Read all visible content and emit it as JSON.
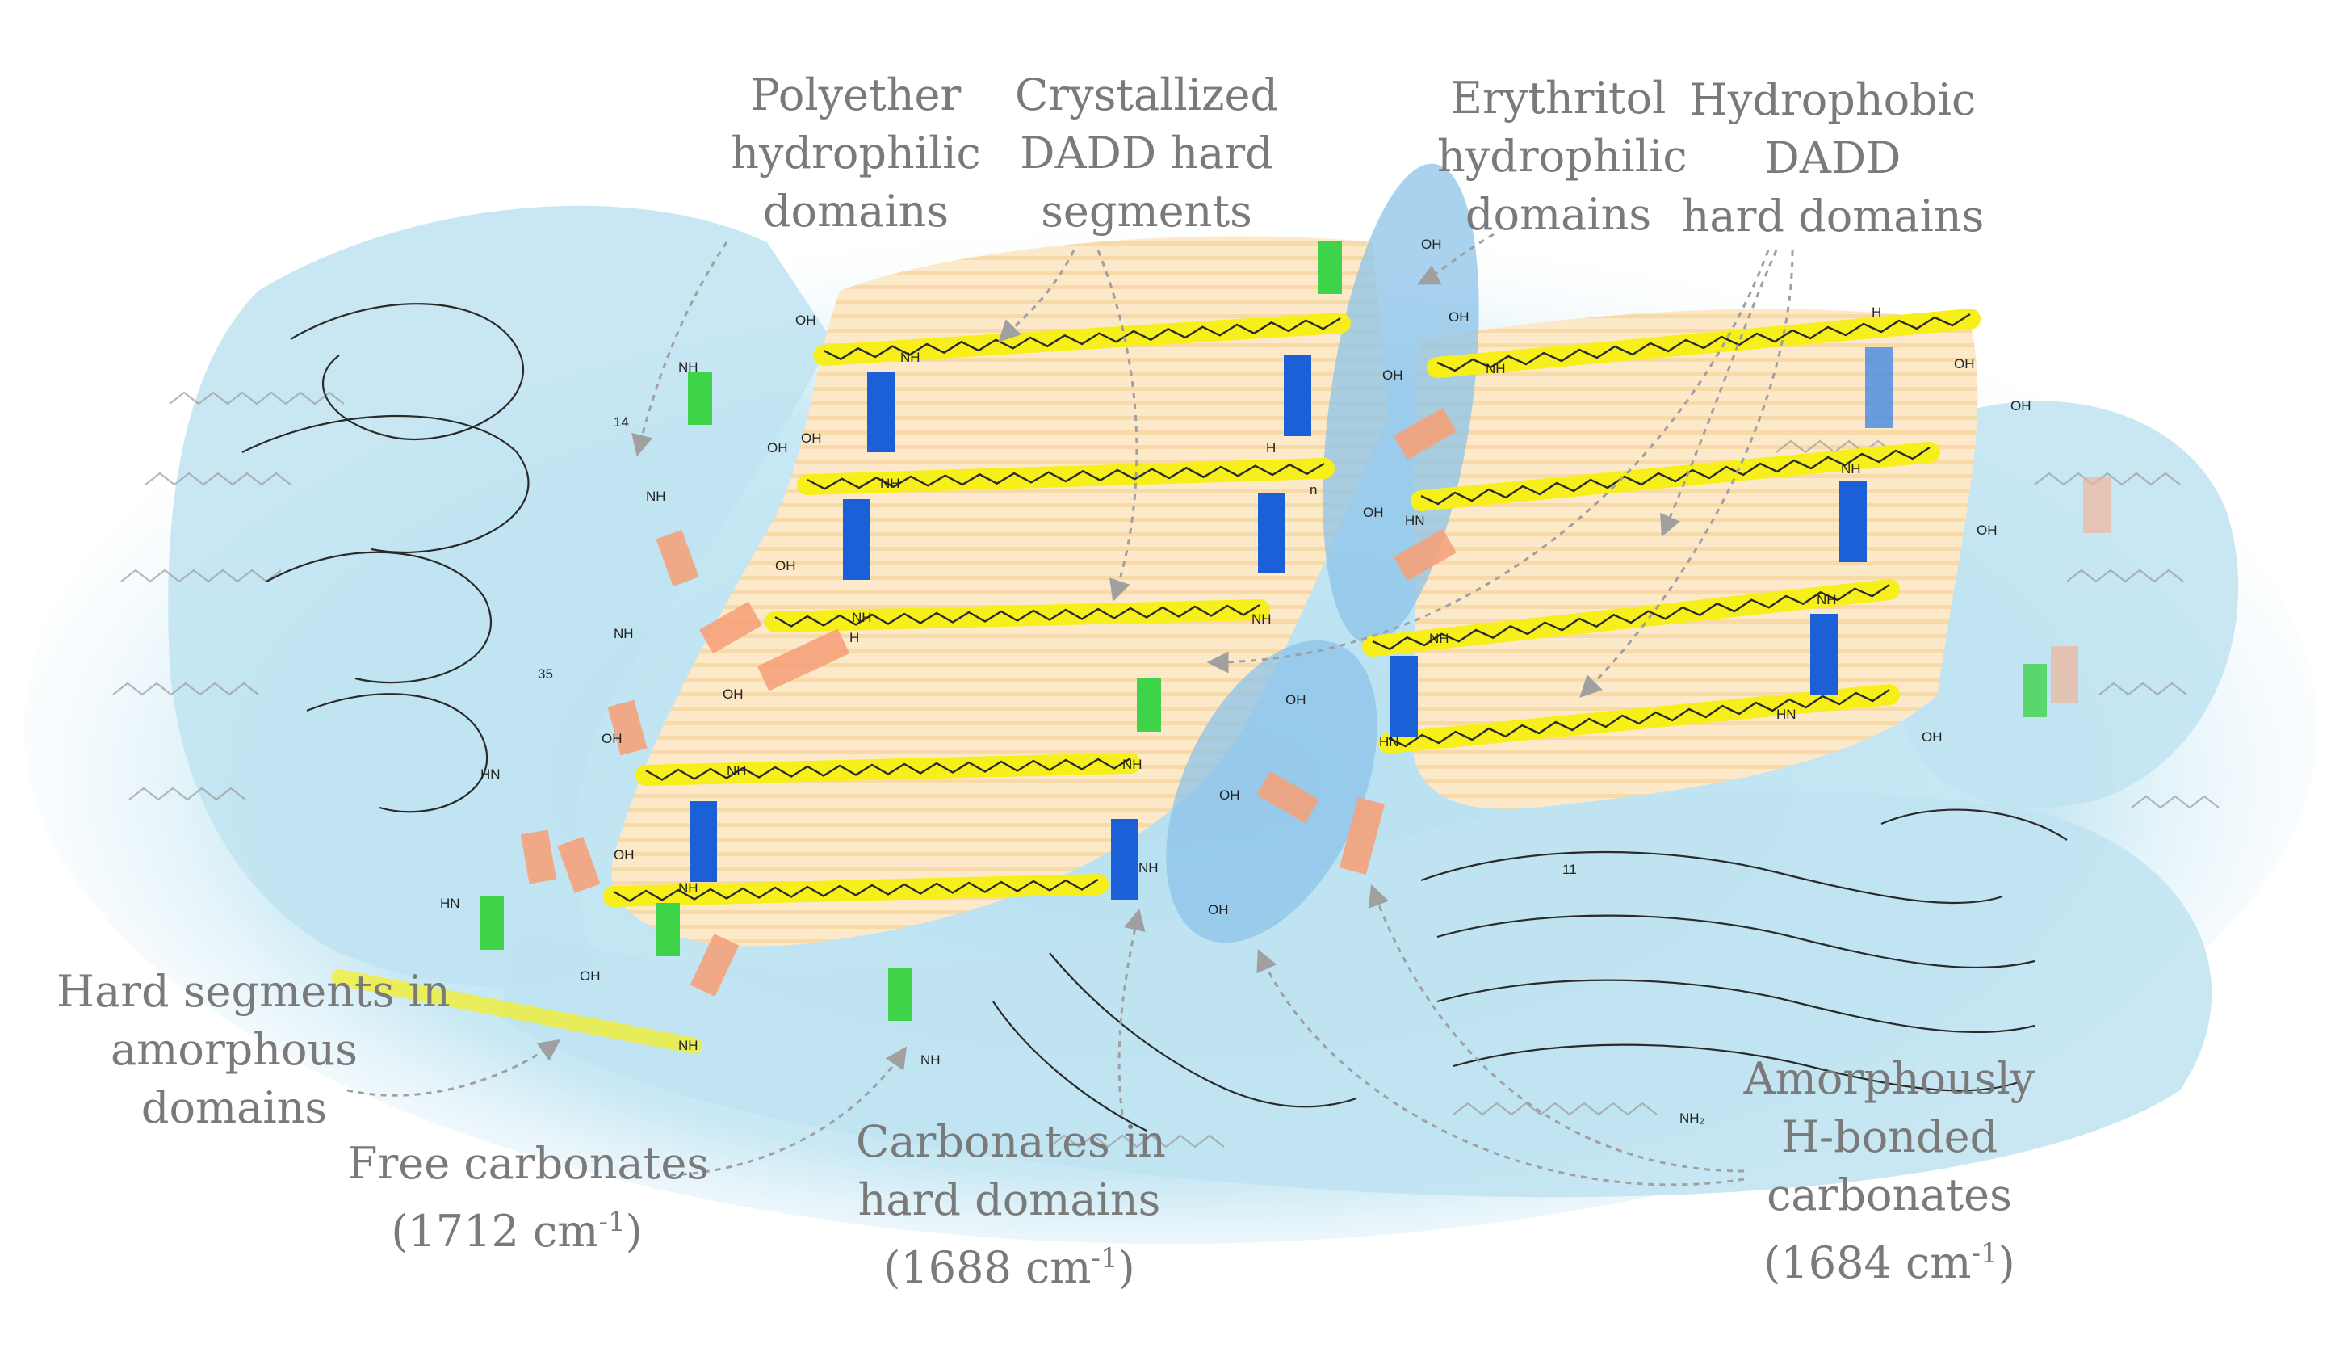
{
  "diagram": {
    "labels": {
      "polyether": [
        "Polyether",
        "hydrophilic",
        "domains"
      ],
      "crystallized": [
        "Crystallized",
        "DADD hard",
        "segments"
      ],
      "erythritol": [
        "Erythritol",
        "hydrophilic",
        "domains"
      ],
      "hydrophobic": [
        "Hydrophobic",
        "DADD",
        "hard domains"
      ],
      "hard_amorphous": [
        "Hard segments in",
        "amorphous",
        "domains"
      ],
      "free_carbonates": {
        "line1": "Free carbonates",
        "value": "(1712 cm",
        "exp": "-1",
        "close": ")"
      },
      "carbonates_hard": {
        "line1": "Carbonates in",
        "line2": "hard domains",
        "value": "(1688 cm",
        "exp": "-1",
        "close": ")"
      },
      "amorphous_hbond": {
        "line1": "Amorphously",
        "line2": "H-bonded",
        "line3": "carbonates",
        "value": "(1684 cm",
        "exp": "-1",
        "close": ")"
      }
    },
    "chem_text": {
      "oh": "OH",
      "nh": "NH",
      "hn": "HN",
      "h": "H",
      "nh2": "NH₂",
      "n14": "14",
      "n35": "35",
      "n11": "11",
      "n": "n"
    },
    "colors": {
      "hydrophilic": "#b9e0ef",
      "erythritol": "#8cc3e8",
      "hard_domain": "#fce6c2",
      "stripe": "#f7d7a3",
      "chain_highlight": "#f7ef1a",
      "carbonate_green": "#3fd34a",
      "carbonate_blue": "#1c60d8",
      "hbond_orange": "#f5a27a",
      "chain": "#2a2a2a",
      "ghost_chain": "#9a9a9a",
      "label": "#7a7a7a",
      "arrow": "#a0a0a0"
    }
  }
}
